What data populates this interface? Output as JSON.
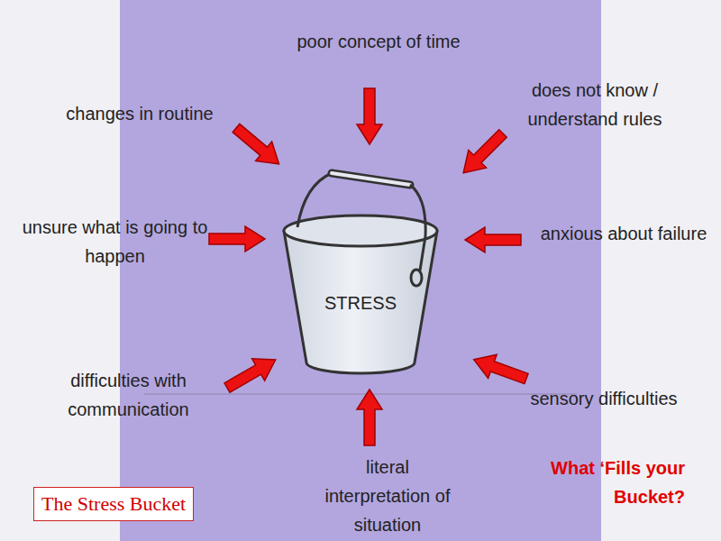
{
  "diagram": {
    "nodes": [
      {
        "text": [
          "STRESS"
        ]
      },
      {
        "text": [
          "The Stress Bucket"
        ]
      }
    ],
    "labels": [
      "poor concept of time",
      "does not know / understand rules",
      "changes in routine",
      "unsure what is going to happen",
      "anxious about failure",
      "difficulties with communication",
      "sensory difficulties",
      "literal interpretation of situation",
      "What ‘Fills your Bucket?"
    ]
  }
}
